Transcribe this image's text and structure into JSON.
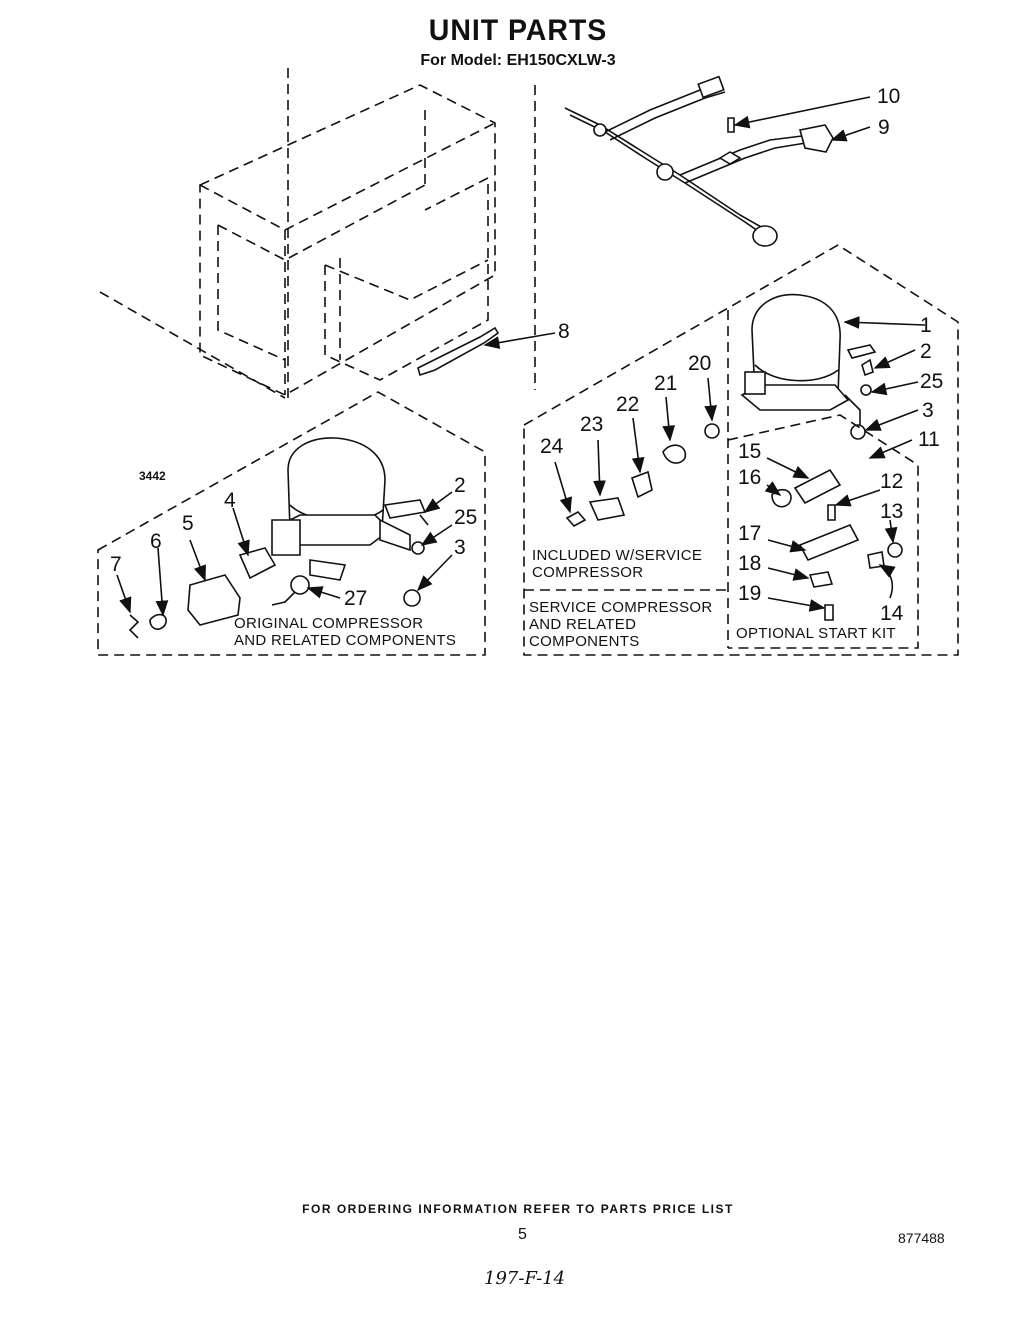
{
  "header": {
    "title": "UNIT PARTS",
    "subtitle": "For Model: EH150CXLW-3"
  },
  "callouts": [
    "1",
    "2",
    "25",
    "3",
    "11",
    "10",
    "9",
    "8",
    "20",
    "21",
    "22",
    "23",
    "24",
    "15",
    "16",
    "12",
    "13",
    "17",
    "18",
    "19",
    "14",
    "4",
    "5",
    "6",
    "7",
    "2",
    "25",
    "3",
    "27"
  ],
  "section_labels": {
    "original": [
      "ORIGINAL COMPRESSOR",
      "AND RELATED COMPONENTS"
    ],
    "included": [
      "INCLUDED W/SERVICE",
      "COMPRESSOR"
    ],
    "service": [
      "SERVICE COMPRESSOR",
      "AND RELATED",
      "COMPONENTS"
    ],
    "start_kit": [
      "OPTIONAL START KIT"
    ]
  },
  "figure_code": "3442",
  "footer": {
    "ordering_note": "FOR ORDERING INFORMATION REFER TO PARTS PRICE LIST",
    "page_number": "5",
    "document_number": "877488",
    "handwritten_note": "197-F-14"
  }
}
